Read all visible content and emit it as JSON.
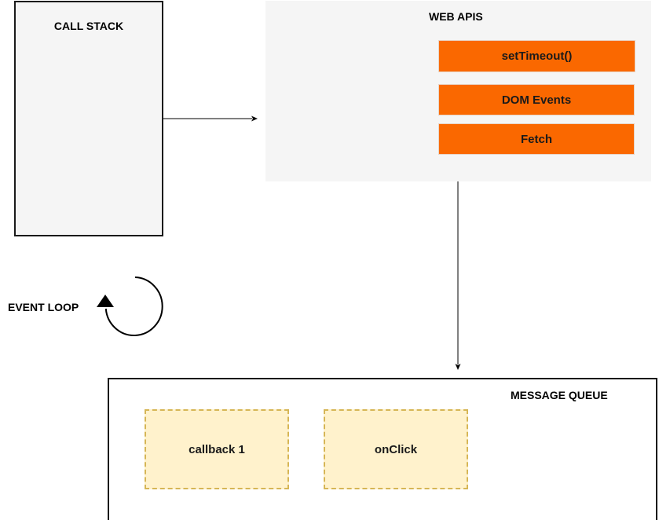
{
  "call_stack": {
    "title": "CALL STACK"
  },
  "web_apis": {
    "title": "WEB APIS",
    "items": [
      "setTimeout()",
      "DOM Events",
      "Fetch"
    ]
  },
  "message_queue": {
    "title": "MESSAGE QUEUE",
    "items": [
      "callback 1",
      "onClick"
    ]
  },
  "event_loop": {
    "label": "EVENT LOOP",
    "icon": "circular-arrow-icon"
  },
  "colors": {
    "panel_bg": "#f5f5f5",
    "api_item_fill": "#fa6800",
    "callback_fill": "#fff2cc",
    "callback_border": "#d6b656"
  }
}
